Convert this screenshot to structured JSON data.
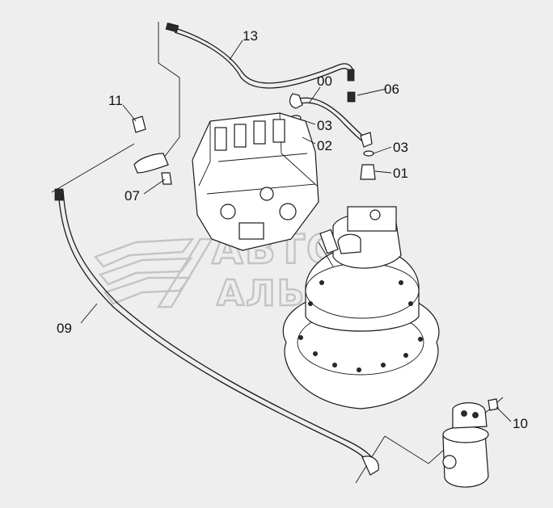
{
  "callouts": [
    {
      "id": "13"
    },
    {
      "id": "00"
    },
    {
      "id": "06"
    },
    {
      "id": "11"
    },
    {
      "id": "03a",
      "label": "03"
    },
    {
      "id": "02"
    },
    {
      "id": "03b",
      "label": "03"
    },
    {
      "id": "01"
    },
    {
      "id": "07"
    },
    {
      "id": "09"
    },
    {
      "id": "10"
    }
  ],
  "labels": {
    "c13": "13",
    "c00": "00",
    "c06": "06",
    "c11": "11",
    "c03a": "03",
    "c02": "02",
    "c03b": "03",
    "c01": "01",
    "c07": "07",
    "c09": "09",
    "c10": "10"
  },
  "watermark": {
    "line1": "АВТО",
    "line2": "АЛЬЯНС",
    "color": "#c4c4c4"
  },
  "colors": {
    "background": "#eeeeee",
    "ink": "#1a1a1a"
  }
}
